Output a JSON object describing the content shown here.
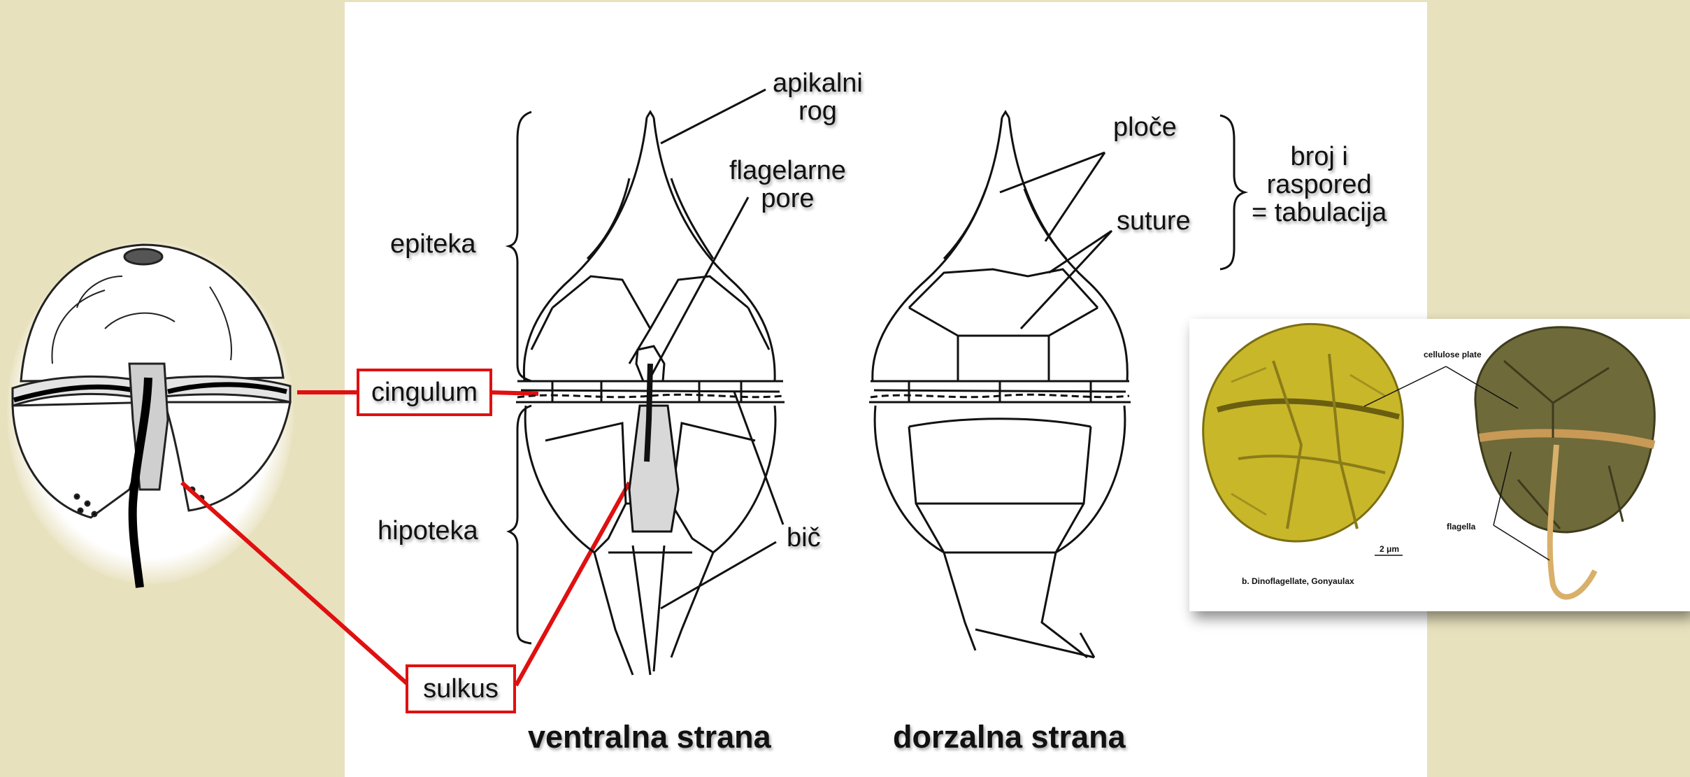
{
  "labels": {
    "apical_horn": [
      "apikalni",
      "rog"
    ],
    "flagellar_pores": [
      "flagelarne",
      "pore"
    ],
    "plates": "ploče",
    "sutures": "suture",
    "tabulation": [
      "broj i",
      "raspored",
      "= tabulacija"
    ],
    "epitheca": "epiteka",
    "cingulum": "cingulum",
    "hypotheca": "hipoteka",
    "flagellum": "bič",
    "sulcus": "sulkus"
  },
  "captions": {
    "ventral": "ventralna strana",
    "dorsal": "dorzalna strana"
  },
  "photo": {
    "cellulose_plate": "cellulose plate",
    "flagella": "flagella",
    "scale": "2 μm",
    "caption": "b. Dinoflagellate, Gonyaulax"
  },
  "colors": {
    "background": "#e8e1be",
    "highlight_red": "#e01010",
    "sem_yellow": "#c9b72a",
    "model_green": "#6e6a3a"
  }
}
